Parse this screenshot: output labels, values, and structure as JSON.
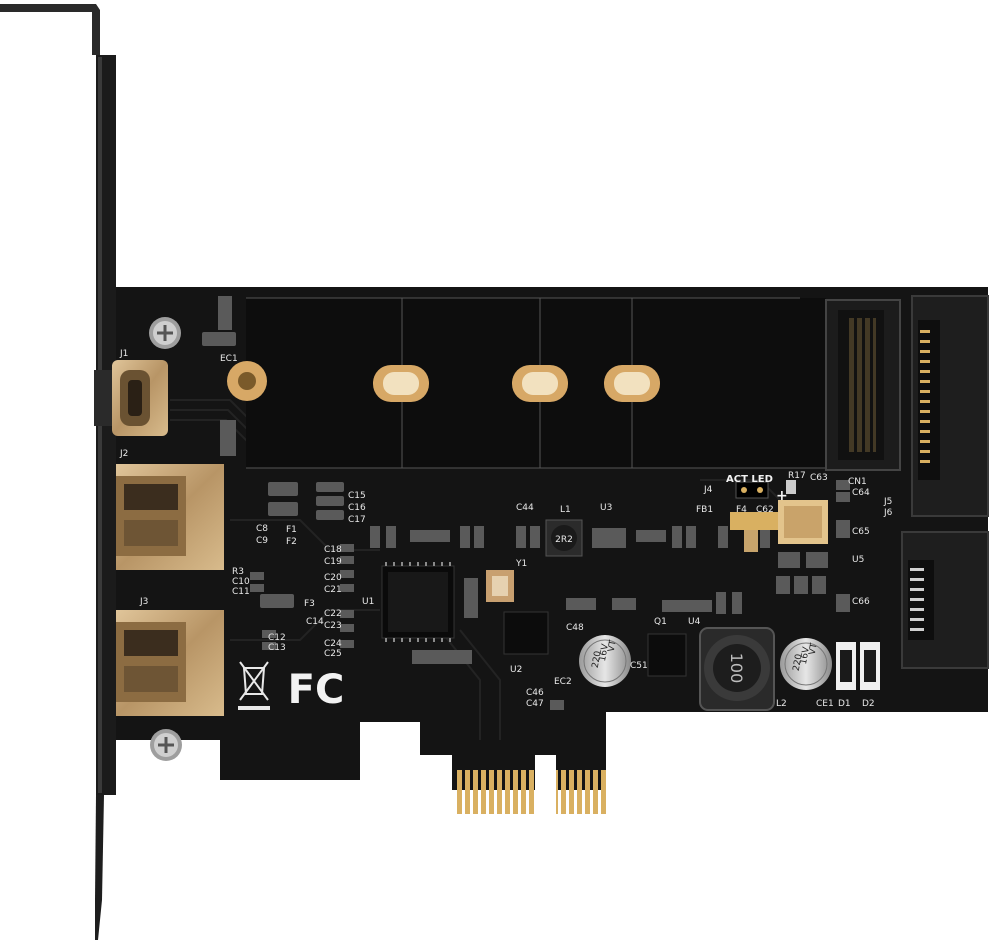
{
  "photo": {
    "subject": "PCIe to M.2 NVMe adapter card with USB ports",
    "colors": {
      "background": "#ffffff",
      "pcb": "#141414",
      "bracket": "#1b1b1b",
      "gold": "#d9b061",
      "port_metal": "#c9a878",
      "silkscreen": "#e8e8e8"
    }
  },
  "silkscreen": {
    "j1": "J1",
    "j2": "J2",
    "j3": "J3",
    "j4": "J4",
    "j5": "J5",
    "j6": "J6",
    "cn1": "CN1",
    "ec1": "EC1",
    "ec2": "EC2",
    "ce1": "CE1",
    "u1": "U1",
    "u2": "U2",
    "u3": "U3",
    "u4": "U4",
    "u5": "U5",
    "l1": "L1",
    "l2": "L2",
    "y1": "Y1",
    "q1": "Q1",
    "d1": "D1",
    "d2": "D2",
    "f1": "F1",
    "f2": "F2",
    "f3": "F3",
    "f4": "F4",
    "fb1": "FB1",
    "r17": "R17",
    "act_led": "ACT LED",
    "plus": "+",
    "c15": "C15",
    "c16": "C16",
    "c17": "C17",
    "c18": "C18",
    "c19": "C19",
    "c20": "C20",
    "c21": "C21",
    "c22": "C22",
    "c23": "C23",
    "c24": "C24",
    "c25": "C25",
    "c8": "C8",
    "c9": "C9",
    "c10": "C10",
    "c11": "C11",
    "c12": "C12",
    "c13": "C13",
    "c14": "C14",
    "r3": "R3",
    "c44": "C44",
    "c46": "C46",
    "c47": "C47",
    "c48": "C48",
    "c51": "C51",
    "c62": "C62",
    "c63": "C63",
    "c64": "C64",
    "c65": "C65",
    "c66": "C66",
    "inductor_value": "100",
    "cap1_line1": "220",
    "cap1_line2": "16V",
    "cap1_line3": "VT",
    "cap2_line1": "220",
    "cap2_line2": "16V",
    "cap2_line3": "VT",
    "chip_l1": "2R2",
    "fc_logo": "FC"
  }
}
